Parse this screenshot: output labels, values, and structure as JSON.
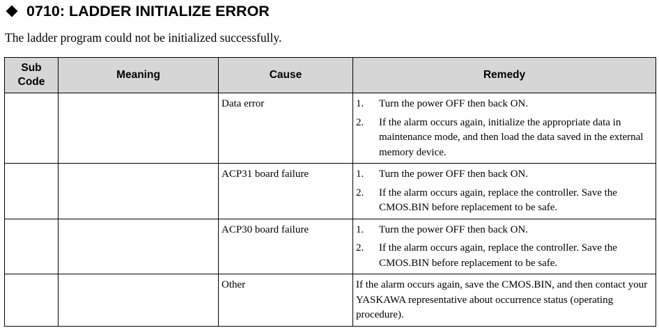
{
  "heading": {
    "title": "0710: LADDER INITIALIZE ERROR",
    "bullet_icon": "diamond-bullet-icon"
  },
  "intro": "The ladder program could not be initialized successfully.",
  "table": {
    "columns": {
      "sub_code_line1": "Sub",
      "sub_code_line2": "Code",
      "meaning": "Meaning",
      "cause": "Cause",
      "remedy": "Remedy"
    },
    "header_bg": "#d6d6d6",
    "rows": [
      {
        "sub_code": "",
        "meaning": "",
        "cause": "Data error",
        "steps": [
          {
            "num": "1.",
            "text": "Turn the power OFF then back ON."
          },
          {
            "num": "2.",
            "text": "If the alarm occurs again, initialize the appropriate data in maintenance mode, and then load the data saved in the external memory device."
          }
        ]
      },
      {
        "sub_code": "",
        "meaning": "",
        "cause": "ACP31 board failure",
        "steps": [
          {
            "num": "1.",
            "text": "Turn the power OFF then back ON."
          },
          {
            "num": "2.",
            "text": "If the alarm occurs again, replace the controller. Save the CMOS.BIN before replacement to be safe."
          }
        ]
      },
      {
        "sub_code": "",
        "meaning": "",
        "cause": "ACP30 board failure",
        "steps": [
          {
            "num": "1.",
            "text": "Turn the power OFF then back ON."
          },
          {
            "num": "2.",
            "text": "If the alarm occurs again, replace the controller. Save the CMOS.BIN before replacement to be safe."
          }
        ]
      },
      {
        "sub_code": "",
        "meaning": "",
        "cause": "Other",
        "remedy_text": "If the alarm occurs again, save the CMOS.BIN, and then contact your YASKAWA representative about occurrence status (operating procedure)."
      }
    ]
  }
}
